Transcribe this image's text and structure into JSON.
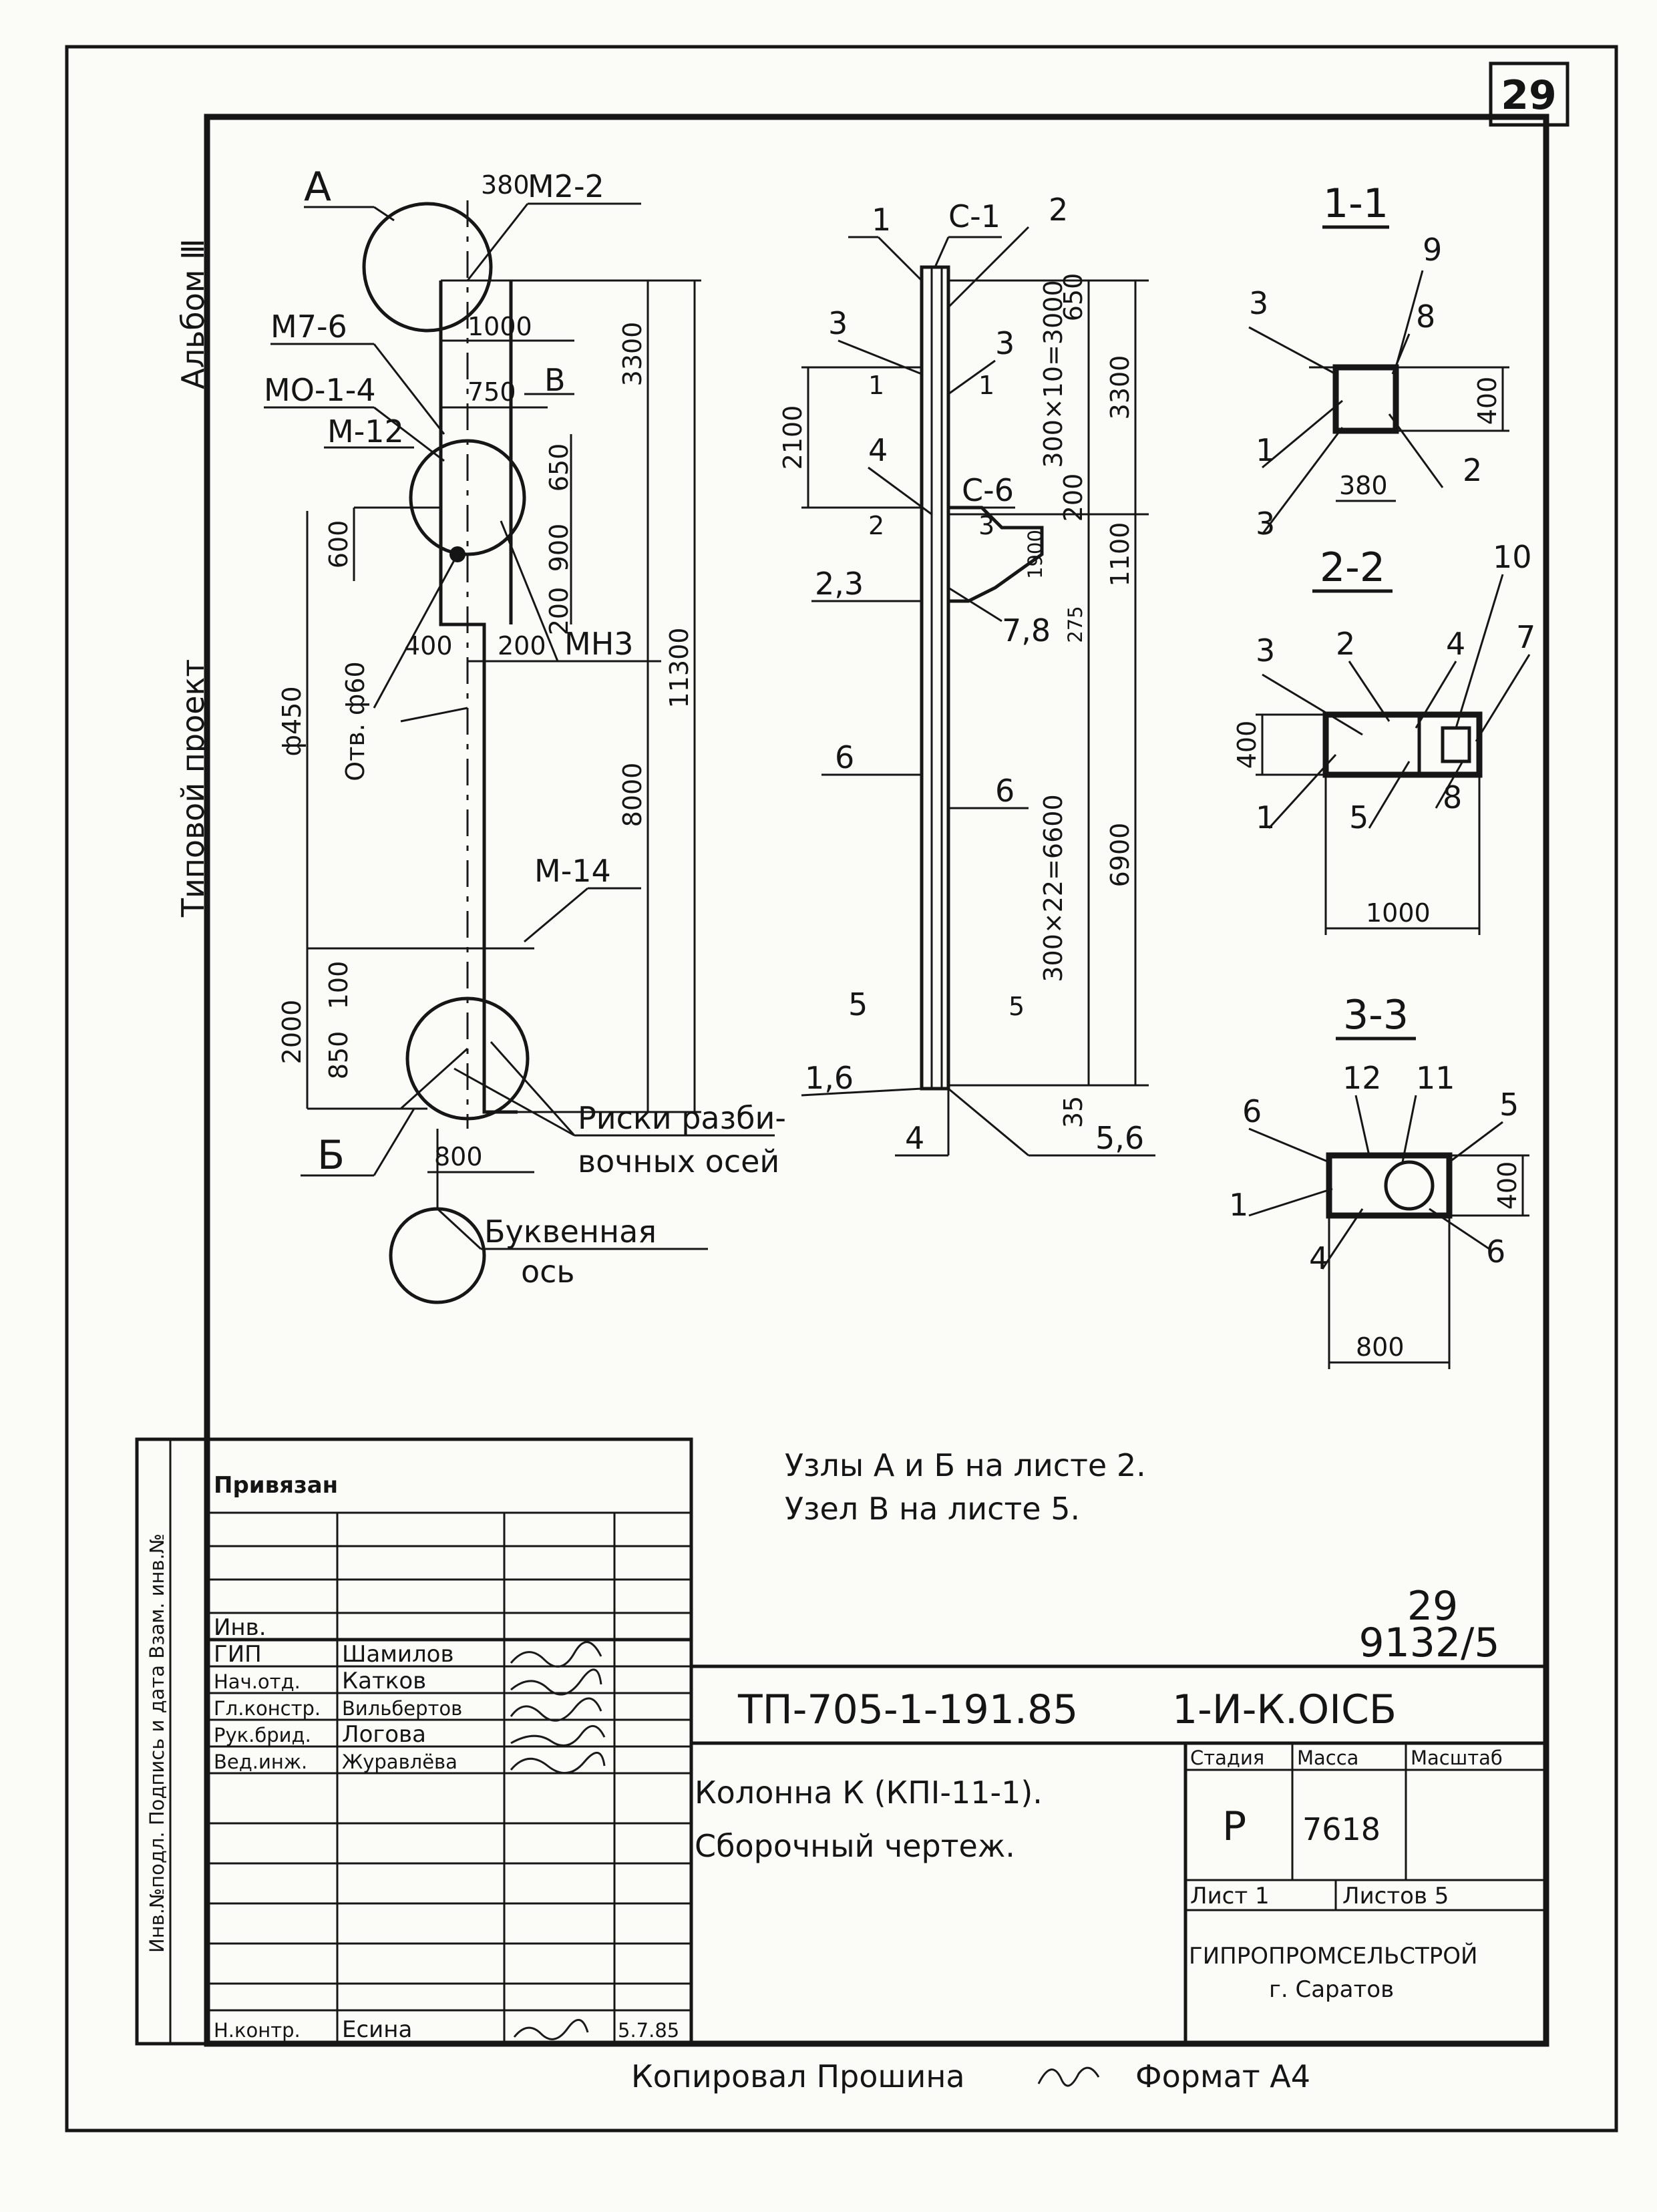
{
  "sheet": {
    "corner_number": "29",
    "album": "Альбом Ⅲ",
    "project_type": "Типовой проект"
  },
  "drawing": {
    "column_view": {
      "nodes": [
        "А",
        "В",
        "Б"
      ],
      "embedded_parts": [
        "М2-2",
        "М7-6",
        "МО-1-4",
        "М-12",
        "МН3",
        "М-14"
      ],
      "hole": "Отв. ф60",
      "dims": [
        "380",
        "1000",
        "750",
        "650",
        "900",
        "200",
        "600",
        "400",
        "200",
        "3300",
        "11300",
        "8000",
        "ф450",
        "2000",
        "100",
        "850",
        "800"
      ],
      "note_axes_1": "Риски разби-",
      "note_axes_2": "вочных осей",
      "note_letter_1": "Буквенная",
      "note_letter_2": "ось"
    },
    "reinforcement_view": {
      "labels": [
        "1",
        "С-1",
        "2",
        "3",
        "3",
        "4",
        "С-6",
        "2,3",
        "7,8",
        "6",
        "6",
        "1,6",
        "4",
        "5,6"
      ],
      "section_marks": [
        "1",
        "1",
        "2",
        "3",
        "5",
        "5"
      ],
      "dims": [
        "2100",
        "300×10=3000",
        "3300",
        "650",
        "200",
        "1100",
        "1900",
        "275",
        "300×22=6600",
        "6900",
        "35"
      ]
    },
    "section_1": {
      "title": "1-1",
      "labels": [
        "9",
        "3",
        "8",
        "1",
        "2",
        "3"
      ],
      "dims": [
        "400",
        "380"
      ]
    },
    "section_2": {
      "title": "2-2",
      "labels": [
        "3",
        "2",
        "4",
        "10",
        "7",
        "1",
        "5",
        "8"
      ],
      "dims": [
        "400",
        "1000"
      ]
    },
    "section_3": {
      "title": "3-3",
      "labels": [
        "12",
        "11",
        "6",
        "5",
        "1",
        "4",
        "6"
      ],
      "dims": [
        "400",
        "800"
      ]
    },
    "notes": [
      "Узлы А и Б на листе 2.",
      "Узел В на листе 5."
    ]
  },
  "stamp": {
    "sheet_no": "29",
    "order_no": "9132/5",
    "binding_title": "Привязан",
    "inv_label": "Инв.",
    "designation": "ТП-705-1-191.85",
    "mark": "1-И-К.ОІСБ",
    "title_1": "Колонна К (КПІ-11-1).",
    "title_2": "Сборочный чертеж.",
    "stage_label": "Стадия",
    "mass_label": "Масса",
    "scale_label": "Масштаб",
    "stage": "Р",
    "mass": "7618",
    "sheet_label": "Лист 1",
    "sheets_label": "Листов 5",
    "org_1": "ГИПРОПРОМСЕЛЬСТРОЙ",
    "org_2": "г. Саратов",
    "roles": [
      "ГИП",
      "Нач.отд.",
      "Гл.констр.",
      "Рук.брид.",
      "Вед.инж.",
      "Н.контр."
    ],
    "names": [
      "Шамилов",
      "Катков",
      "Вильбертов",
      "Логова",
      "Журавлёва",
      "Есина"
    ],
    "dates": [
      "",
      "",
      "",
      "",
      "",
      "5.7.85"
    ],
    "left_strip": "Инв.№подл.  Подпись и дата  Взам. инв.№",
    "copied": "Копировал Прошина",
    "format": "Формат А4"
  }
}
